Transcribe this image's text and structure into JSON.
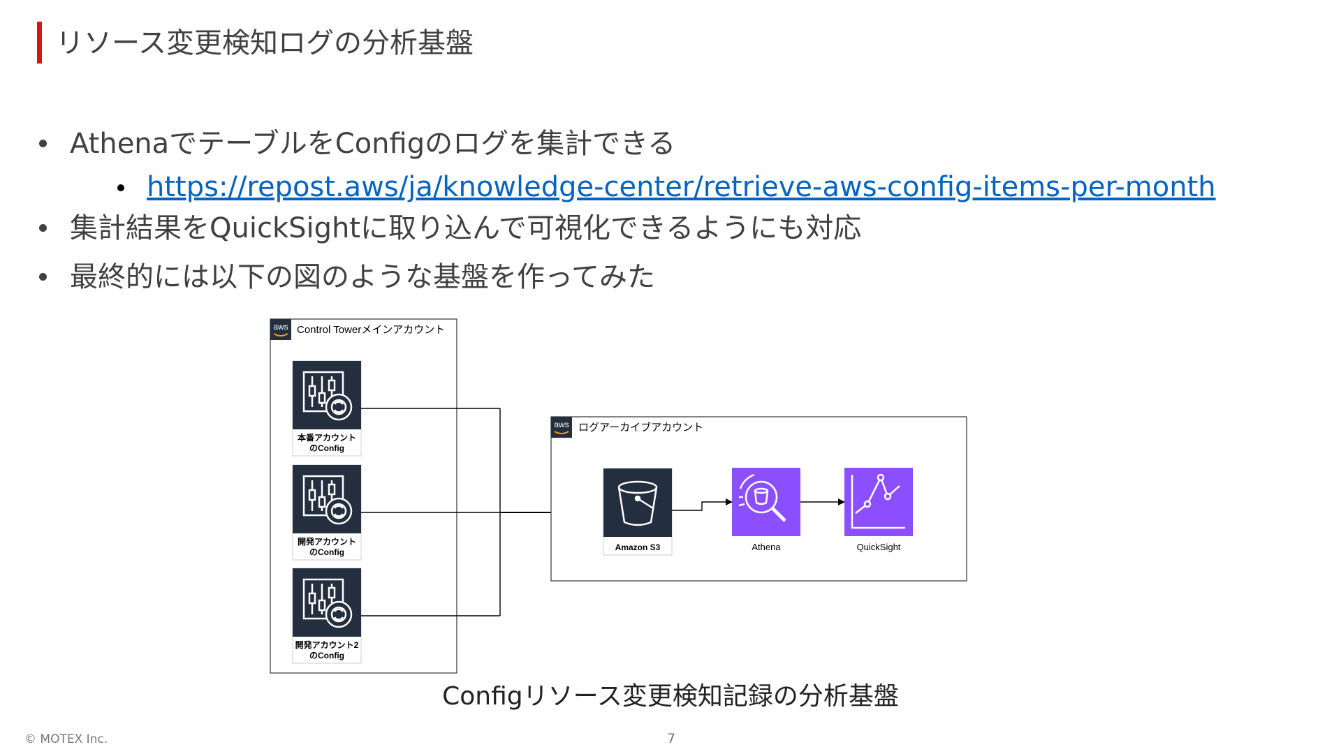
{
  "slide": {
    "title": "リソース変更検知ログの分析基盤",
    "bullets": [
      "AthenaでテーブルをConfigのログを集計できる",
      "集計結果をQuickSightに取り込んで可視化できるようにも対応",
      "最終的には以下の図のような基盤を作ってみた"
    ],
    "link": "https://repost.aws/ja/knowledge-center/retrieve-aws-config-items-per-month",
    "caption": "Configリソース変更検知記録の分析基盤",
    "footer": "© MOTEX Inc.",
    "page_number": "7"
  },
  "diagram": {
    "aws_logo": "aws",
    "main_account": {
      "label": "Control Towerメインアカウント",
      "configs": [
        {
          "line1": "本番アカウント",
          "line2": "のConfig"
        },
        {
          "line1": "開発アカウント",
          "line2": "のConfig"
        },
        {
          "line1": "開発アカウント2",
          "line2": "のConfig"
        }
      ]
    },
    "archive_account": {
      "label": "ログアーカイブアカウント",
      "services": {
        "s3": "Amazon S3",
        "athena": "Athena",
        "quicksight": "QuickSight"
      }
    },
    "colors": {
      "accent": "#d7141a",
      "link": "#0563c1",
      "service_dark": "#232f3e",
      "analytics_purple": "#8c4fff"
    }
  }
}
